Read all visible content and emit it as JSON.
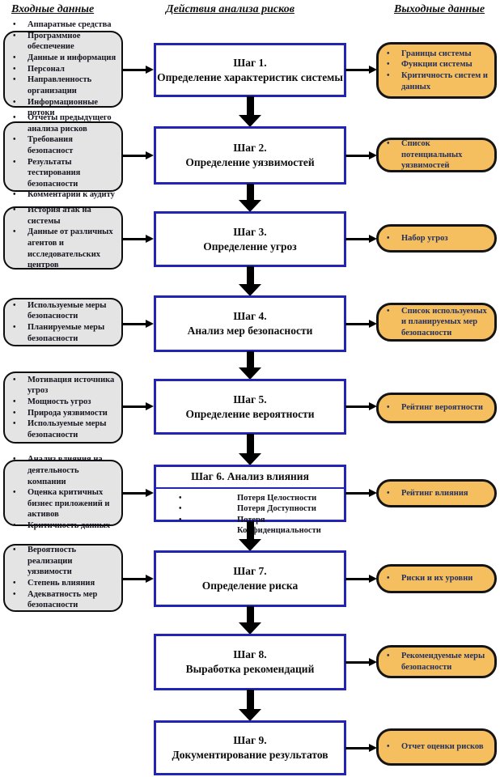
{
  "headers": {
    "inputs": "Входные данные",
    "actions": "Действия анализа рисков",
    "outputs": "Выходные данные"
  },
  "colors": {
    "step_border_blue": "#2424b4",
    "input_fill_gray": "#e4e4e4",
    "output_fill_orange": "#f5bf60",
    "box_border_black": "#141414",
    "output_text_navy": "#25305c",
    "arrow_black": "#000000"
  },
  "steps": [
    {
      "title": "Шаг 1.",
      "subtitle": "Определение характеристик системы",
      "inputs": [
        "Аппаратные средства",
        "Программное обеспечение",
        "Данные и информация",
        "Персонал",
        "Направленность организации",
        "Информационные потоки"
      ],
      "outputs": [
        "Границы системы",
        "Функции системы",
        "Критичность систем и данных"
      ]
    },
    {
      "title": "Шаг 2.",
      "subtitle": "Определение уязвимостей",
      "inputs": [
        "Отчеты предыдущего анализа рисков",
        "Требования безопасност",
        "Результаты тестирования безопасности",
        "Комментарии к аудиту"
      ],
      "outputs": [
        "Список потенциальных уязвимостей"
      ]
    },
    {
      "title": "Шаг 3.",
      "subtitle": "Определение угроз",
      "inputs": [
        "История атак на системы",
        "Данные от различных агентов и исследовательских центров"
      ],
      "outputs": [
        "Набор угроз"
      ]
    },
    {
      "title": "Шаг 4.",
      "subtitle": "Анализ мер безопасности",
      "inputs": [
        "Используемые меры безопасности",
        "Планируемые меры безопасности"
      ],
      "outputs": [
        "Список используемых и планируемых мер безопасности"
      ]
    },
    {
      "title": "Шаг 5.",
      "subtitle": "Определение вероятности",
      "inputs": [
        "Мотивация источника угроз",
        "Мощность угроз",
        "Природа уязвимости",
        "Используемые меры безопасности"
      ],
      "outputs": [
        "Рейтинг вероятности"
      ]
    },
    {
      "title": "Шаг 6. Анализ влияния",
      "subtitle": "",
      "sub_items": [
        "Потеря Целостности",
        "Потеря Доступности",
        "Потеря Конфиденциальности"
      ],
      "inputs": [
        "Анализ влияния на деятельность компании",
        "Оценка критичных бизнес приложений и активов",
        "Критичность данных"
      ],
      "outputs": [
        "Рейтинг влияния"
      ]
    },
    {
      "title": "Шаг 7.",
      "subtitle": "Определение риска",
      "inputs": [
        "Вероятность реализации уязвимости",
        "Степень влияния",
        "Адекватность мер безопасности"
      ],
      "outputs": [
        "Риски и их уровни"
      ]
    },
    {
      "title": "Шаг 8.",
      "subtitle": "Выработка рекомендаций",
      "inputs": [],
      "outputs": [
        "Рекомендуемые меры безопасности"
      ]
    },
    {
      "title": "Шаг 9.",
      "subtitle": "Документирование результатов",
      "inputs": [],
      "outputs": [
        "Отчет оценки рисков"
      ]
    }
  ]
}
